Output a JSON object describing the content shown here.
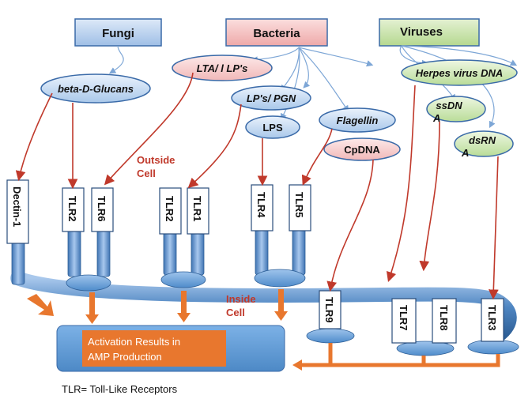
{
  "pathogens": {
    "fungi": "Fungi",
    "bacteria": "Bacteria",
    "viruses": "Viruses"
  },
  "ligands": {
    "beta_glucans": "beta-D-Glucans",
    "lta_lps": "LTA/ l LP's",
    "lps_pgn": "LP's/ PGN",
    "lps": "LPS",
    "flagellin": "Flagellin",
    "cpdna": "CpDNA",
    "herpes_dna": "Herpes virus DNA",
    "ssdna": [
      "ssDN",
      "A"
    ],
    "dsrna": [
      "dsRN",
      "A"
    ]
  },
  "receptors": {
    "dectin": "Dectin-1",
    "tlr2_a": "TLR2",
    "tlr6": "TLR6",
    "tlr2_b": "TLR2",
    "tlr1": "TLR1",
    "tlr4": "TLR4",
    "tlr5": "TLR5",
    "tlr9": "TLR9",
    "tlr7": "TLR7",
    "tlr8": "TLR8",
    "tlr3": "TLR3"
  },
  "regions": {
    "outside": [
      "Outside",
      "Cell"
    ],
    "inside": [
      "Inside",
      "Cell"
    ]
  },
  "result": [
    "Activation Results in",
    "AMP Production"
  ],
  "footnote": "TLR= Toll-Like Receptors",
  "colors": {
    "fungi_box": "#b7cdea",
    "bacteria_box": "#f2b5b5",
    "viruses_box": "#c9e3a8",
    "membrane": "#5b8fc7",
    "arrow_red": "#c0392b",
    "arrow_orange": "#e8772e",
    "label_red": "#c0392b",
    "result_box": "#e8772e",
    "result_bg": "#5d9ad6"
  }
}
